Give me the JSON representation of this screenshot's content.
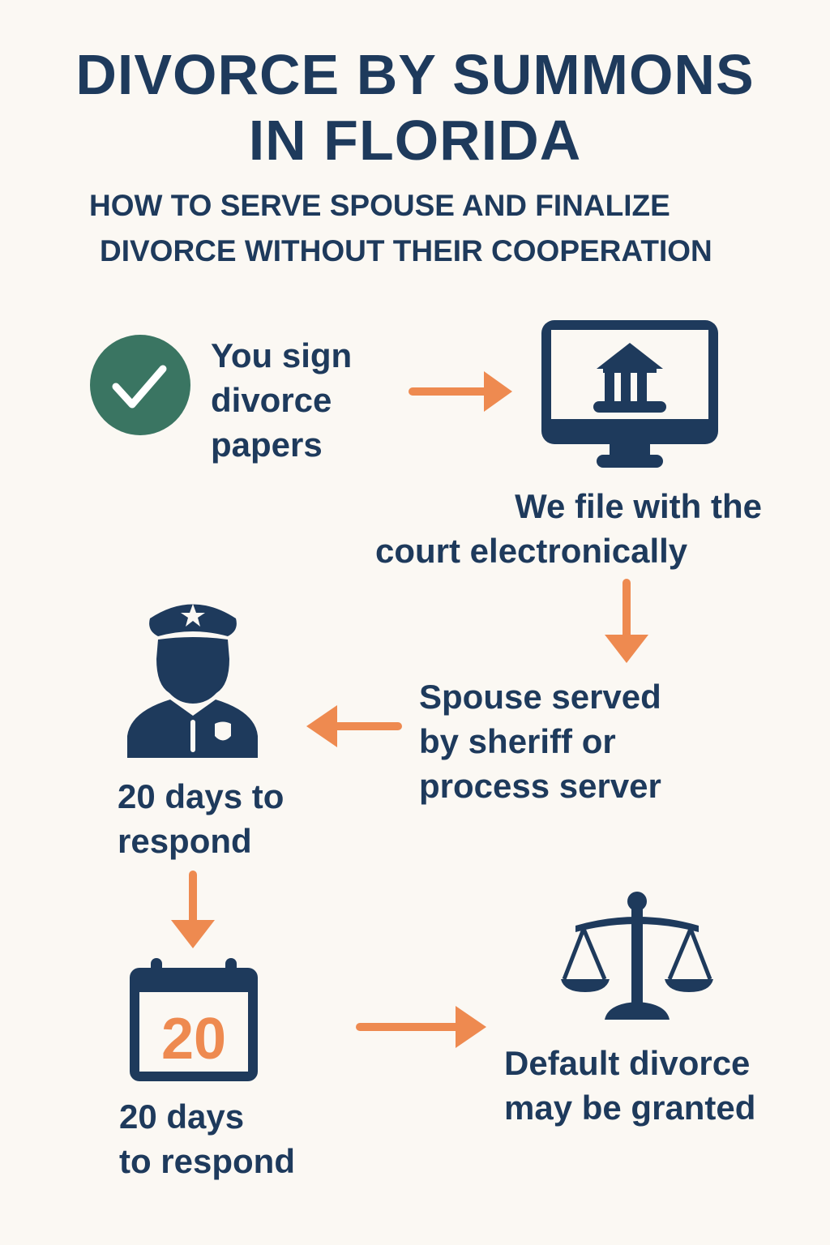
{
  "title": {
    "line1": "DIVORCE BY SUMMONS",
    "line2": "IN FLORIDA"
  },
  "subtitle": {
    "line1": "HOW TO SERVE SPOUSE AND FINALIZE",
    "line2": "DIVORCE WITHOUT THEIR COOPERATION"
  },
  "steps": [
    {
      "icon": "check-circle-icon",
      "lines": [
        "You sign",
        "divorce",
        "papers"
      ]
    },
    {
      "icon": "courthouse-monitor-icon",
      "lines": [
        "We file with the",
        "court electronically"
      ]
    },
    {
      "icon": "",
      "lines": [
        "Spouse served",
        "by sheriff or",
        "process server"
      ]
    },
    {
      "icon": "police-officer-icon",
      "lines": [
        "20 days to",
        "respond"
      ]
    },
    {
      "icon": "calendar-icon",
      "calendar_number": "20",
      "lines": [
        "20 days",
        "to respond"
      ]
    },
    {
      "icon": "scales-of-justice-icon",
      "lines": [
        "Default divorce",
        "may be granted"
      ]
    }
  ],
  "colors": {
    "navy": "#1E3A5C",
    "orange": "#EE8A50",
    "green": "#3A7562",
    "background": "#FBF8F3"
  }
}
